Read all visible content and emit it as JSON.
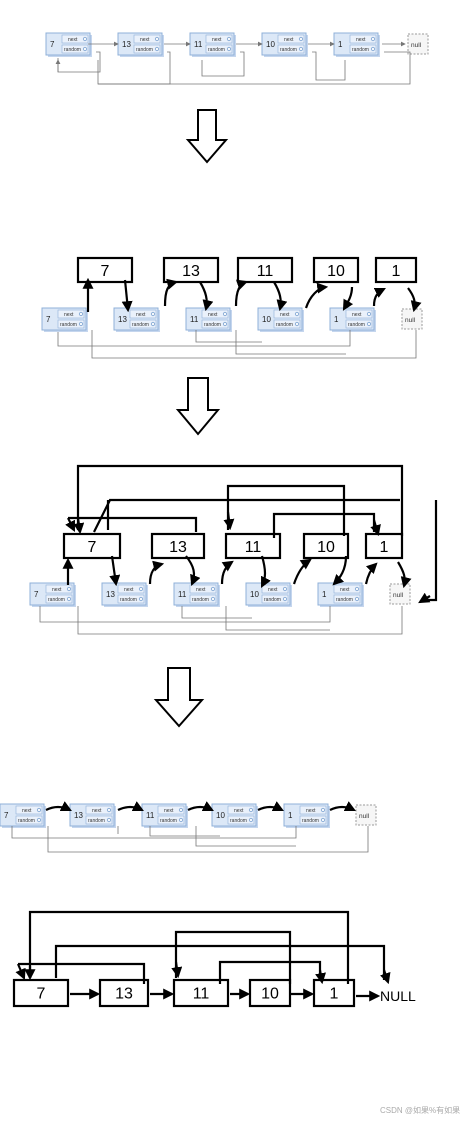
{
  "nodes": [
    "7",
    "13",
    "11",
    "10",
    "1"
  ],
  "field_next": "next",
  "field_random": "random",
  "null_label": "null",
  "null_final": "NULL",
  "watermark": "CSDN @如果%有如果",
  "colors": {
    "node_fill": "#dce8f7",
    "node_border": "#8fb0d8",
    "ink": "#000000"
  }
}
